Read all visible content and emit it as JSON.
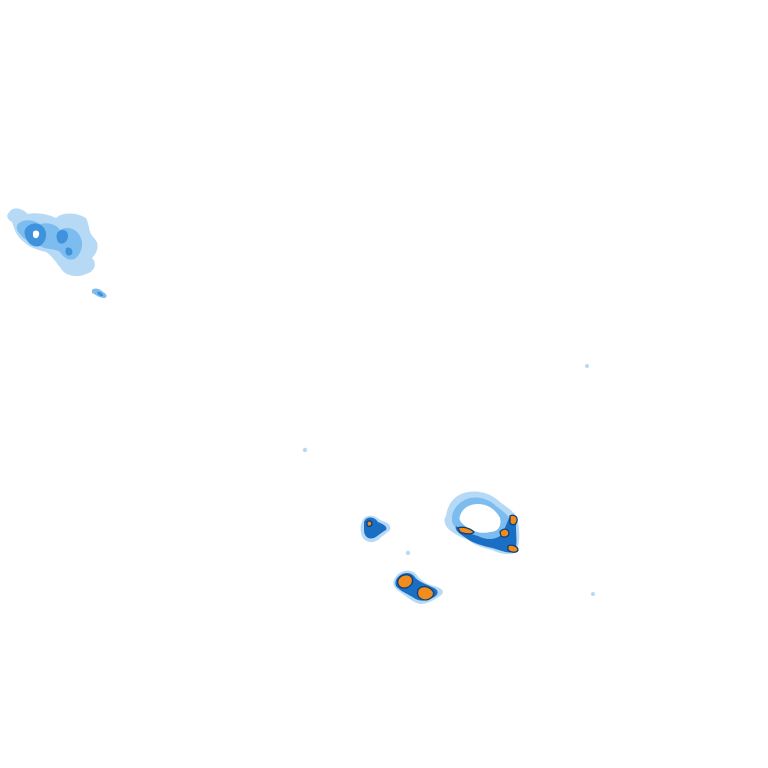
{
  "map": {
    "type": "precipitation-radar-overlay",
    "background_color": "#ffffff",
    "legend_visible": false,
    "colors": {
      "light": "#a9d4f5",
      "light_mid": "#7dbcee",
      "moderate": "#3f93dc",
      "heavy": "#1a6fc4",
      "very_heavy": "#f28c1a",
      "outline": "#0d3f7a"
    },
    "intensity_levels": [
      "light",
      "light_mid",
      "moderate",
      "heavy",
      "very_heavy"
    ],
    "cells": [
      {
        "name": "northwest-cell",
        "peak_intensity": "moderate"
      },
      {
        "name": "central-west-small-cell",
        "peak_intensity": "very_heavy"
      },
      {
        "name": "southern-cell",
        "peak_intensity": "very_heavy"
      },
      {
        "name": "eastern-ring-cell",
        "peak_intensity": "very_heavy"
      }
    ]
  }
}
